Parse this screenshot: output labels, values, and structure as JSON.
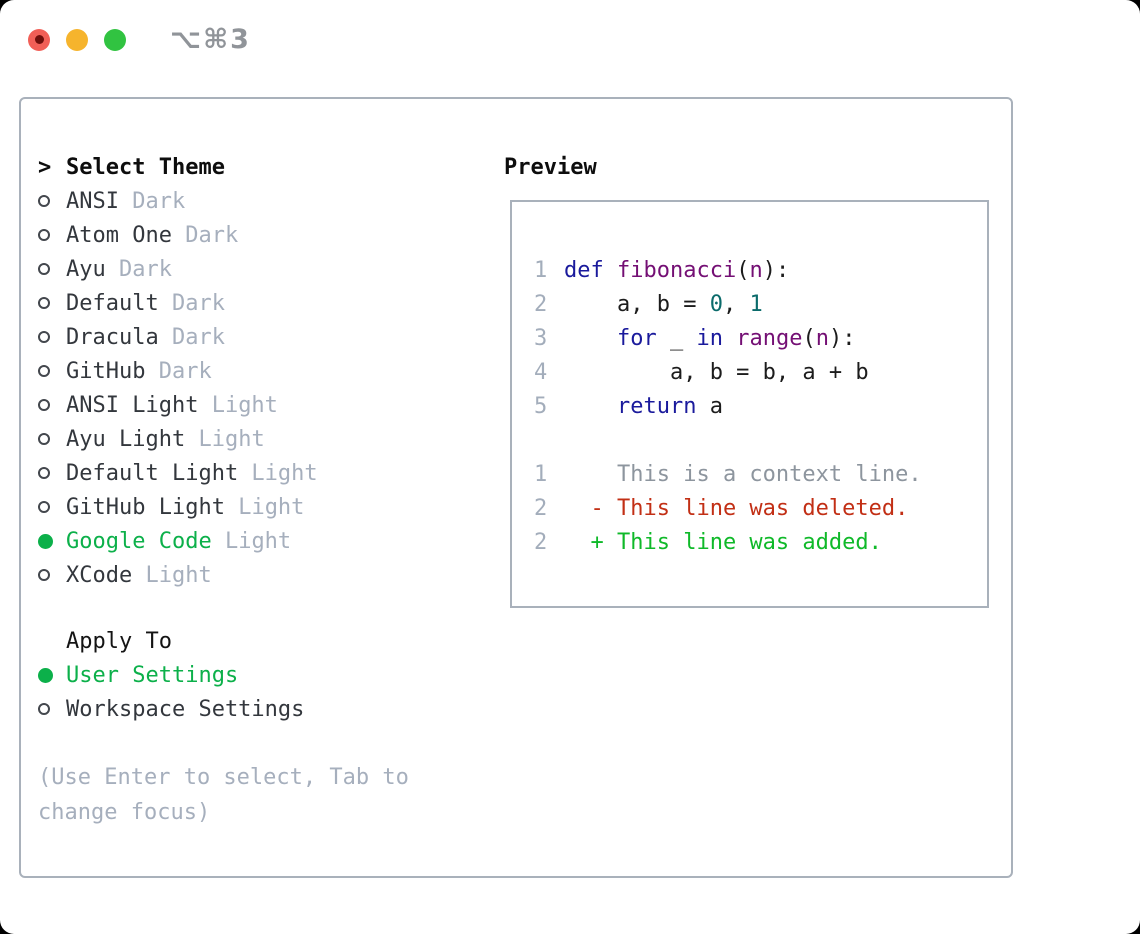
{
  "window": {
    "shortcut": "⌥⌘3"
  },
  "traffic_lights": {
    "close": "#f15f57",
    "close_dot": "#6f0f0c",
    "minimize": "#f6b42d",
    "zoom": "#31c341"
  },
  "colors": {
    "accent_green": "#0cb04a",
    "keyword": "#1a1a9c",
    "name_func": "#740f74",
    "number_literal": "#0b6b6b",
    "plain_code": "#1c1c1c",
    "line_number": "#a3adbb",
    "context": "#8d959e",
    "deleted": "#c22f15",
    "added": "#0fb929",
    "muted": "#a6afbd",
    "item_text": "#33373d",
    "border": "#a9b1bb",
    "tl_close": "#f15f57",
    "tl_close_dot": "#6f0f0c",
    "tl_min": "#f6b42d",
    "tl_zoom": "#31c341"
  },
  "theme_selector": {
    "cursor": ">",
    "title": "Select Theme",
    "items": [
      {
        "name": "ANSI",
        "tag": "Dark",
        "selected": false
      },
      {
        "name": "Atom One",
        "tag": "Dark",
        "selected": false
      },
      {
        "name": "Ayu",
        "tag": "Dark",
        "selected": false
      },
      {
        "name": "Default",
        "tag": "Dark",
        "selected": false
      },
      {
        "name": "Dracula",
        "tag": "Dark",
        "selected": false
      },
      {
        "name": "GitHub",
        "tag": "Dark",
        "selected": false
      },
      {
        "name": "ANSI Light",
        "tag": "Light",
        "selected": false
      },
      {
        "name": "Ayu Light",
        "tag": "Light",
        "selected": false
      },
      {
        "name": "Default Light",
        "tag": "Light",
        "selected": false
      },
      {
        "name": "GitHub Light",
        "tag": "Light",
        "selected": false
      },
      {
        "name": "Google Code",
        "tag": "Light",
        "selected": true
      },
      {
        "name": "XCode",
        "tag": "Light",
        "selected": false
      }
    ]
  },
  "apply_to": {
    "title": "Apply To",
    "options": [
      {
        "name": "User Settings",
        "selected": true
      },
      {
        "name": "Workspace Settings",
        "selected": false
      }
    ]
  },
  "help_text": "(Use Enter to select, Tab to change focus)",
  "preview": {
    "title": "Preview",
    "lines": [
      {
        "num": "1",
        "tokens": [
          {
            "c": "kw",
            "t": "def"
          },
          {
            "c": "pl",
            "t": " "
          },
          {
            "c": "fn",
            "t": "fibonacci"
          },
          {
            "c": "pl",
            "t": "("
          },
          {
            "c": "fn",
            "t": "n"
          },
          {
            "c": "pl",
            "t": "):"
          }
        ]
      },
      {
        "num": "2",
        "tokens": [
          {
            "c": "pl",
            "t": "    a, b = "
          },
          {
            "c": "num",
            "t": "0"
          },
          {
            "c": "pl",
            "t": ", "
          },
          {
            "c": "num",
            "t": "1"
          }
        ]
      },
      {
        "num": "3",
        "tokens": [
          {
            "c": "pl",
            "t": "    "
          },
          {
            "c": "kw",
            "t": "for"
          },
          {
            "c": "pl",
            "t": " _ "
          },
          {
            "c": "kw",
            "t": "in"
          },
          {
            "c": "pl",
            "t": " "
          },
          {
            "c": "fn",
            "t": "range"
          },
          {
            "c": "pl",
            "t": "("
          },
          {
            "c": "fn",
            "t": "n"
          },
          {
            "c": "pl",
            "t": "):"
          }
        ]
      },
      {
        "num": "4",
        "tokens": [
          {
            "c": "pl",
            "t": "        a, b = b, a + b"
          }
        ]
      },
      {
        "num": "5",
        "tokens": [
          {
            "c": "pl",
            "t": "    "
          },
          {
            "c": "kw",
            "t": "return"
          },
          {
            "c": "pl",
            "t": " a"
          }
        ]
      },
      {
        "num": "",
        "tokens": []
      },
      {
        "num": "1",
        "tokens": [
          {
            "c": "ctx",
            "t": "    This is a context line."
          }
        ]
      },
      {
        "num": "2",
        "tokens": [
          {
            "c": "del",
            "t": "  - This line was deleted."
          }
        ]
      },
      {
        "num": "2",
        "tokens": [
          {
            "c": "add",
            "t": "  + This line was added."
          }
        ]
      }
    ]
  }
}
